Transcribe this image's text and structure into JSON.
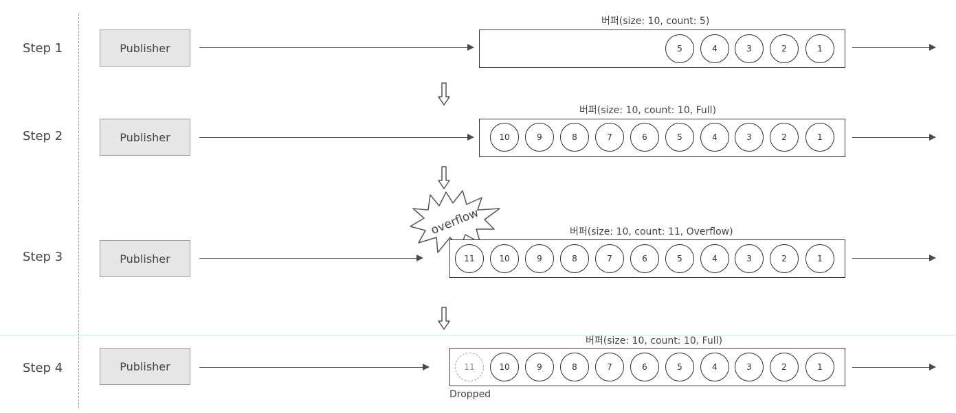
{
  "steps": [
    {
      "label": "Step 1",
      "publisher": "Publisher",
      "buffer_label": "버퍼(size: 10, count: 5)",
      "items": [
        "5",
        "4",
        "3",
        "2",
        "1"
      ]
    },
    {
      "label": "Step 2",
      "publisher": "Publisher",
      "buffer_label": "버퍼(size: 10, count: 10, Full)",
      "items": [
        "10",
        "9",
        "8",
        "7",
        "6",
        "5",
        "4",
        "3",
        "2",
        "1"
      ]
    },
    {
      "label": "Step 3",
      "publisher": "Publisher",
      "buffer_label": "버퍼(size: 10, count: 11, Overflow)",
      "items": [
        "11",
        "10",
        "9",
        "8",
        "7",
        "6",
        "5",
        "4",
        "3",
        "2",
        "1"
      ],
      "burst_text": "overflow"
    },
    {
      "label": "Step 4",
      "publisher": "Publisher",
      "buffer_label": "버퍼(size: 10, count: 10, Full)",
      "dropped_item": "11",
      "items": [
        "10",
        "9",
        "8",
        "7",
        "6",
        "5",
        "4",
        "3",
        "2",
        "1"
      ],
      "dropped_label": "Dropped"
    }
  ]
}
